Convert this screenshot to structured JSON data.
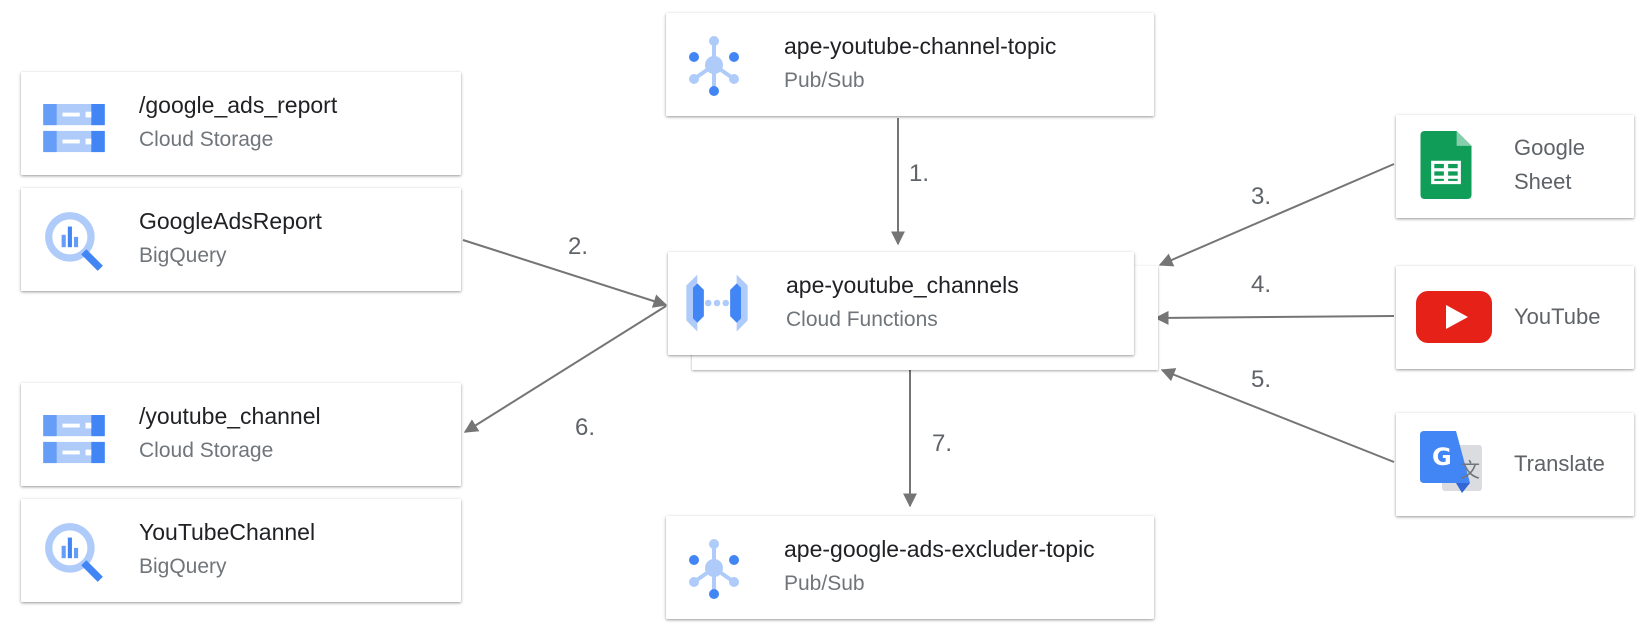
{
  "nodes": {
    "pubsub_top": {
      "title": "ape-youtube-channel-topic",
      "subtitle": "Pub/Sub",
      "icon": "pubsub-icon"
    },
    "storage_ads": {
      "title": "/google_ads_report",
      "subtitle": "Cloud Storage",
      "icon": "cloud-storage-icon"
    },
    "bq_ads": {
      "title": "GoogleAdsReport",
      "subtitle": "BigQuery",
      "icon": "bigquery-icon"
    },
    "functions": {
      "title": "ape-youtube_channels",
      "subtitle": "Cloud Functions",
      "icon": "cloud-functions-icon"
    },
    "storage_yt": {
      "title": "/youtube_channel",
      "subtitle": "Cloud Storage",
      "icon": "cloud-storage-icon"
    },
    "bq_yt": {
      "title": "YouTubeChannel",
      "subtitle": "BigQuery",
      "icon": "bigquery-icon"
    },
    "pubsub_bottom": {
      "title": "ape-google-ads-excluder-topic",
      "subtitle": "Pub/Sub",
      "icon": "pubsub-icon"
    },
    "sheet": {
      "line1": "Google",
      "line2": "Sheet",
      "icon": "google-sheets-icon"
    },
    "youtube": {
      "label": "YouTube",
      "icon": "youtube-icon"
    },
    "translate": {
      "label": "Translate",
      "icon": "google-translate-icon"
    }
  },
  "edges": [
    {
      "label": "1.",
      "from": "pubsub_top",
      "to": "functions"
    },
    {
      "label": "2.",
      "from": "bq_ads",
      "to": "functions"
    },
    {
      "label": "3.",
      "from": "sheet",
      "to": "functions"
    },
    {
      "label": "4.",
      "from": "youtube",
      "to": "functions"
    },
    {
      "label": "5.",
      "from": "translate",
      "to": "functions"
    },
    {
      "label": "6.",
      "from": "functions",
      "to": "storage_yt"
    },
    {
      "label": "7.",
      "from": "functions",
      "to": "pubsub_bottom"
    }
  ],
  "colors": {
    "gcp_blue": "#4285f4",
    "gcp_light_blue": "#aecbfa",
    "arrow": "#757575",
    "sheets_green": "#0f9d58",
    "youtube_red": "#e62117"
  }
}
